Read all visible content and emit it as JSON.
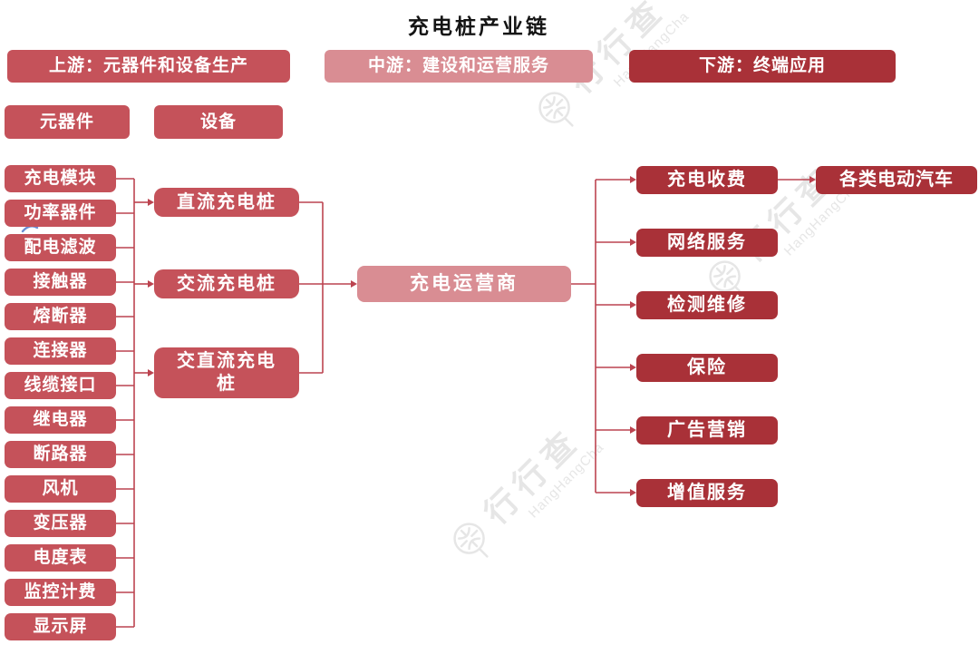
{
  "title": "充电桩产业链",
  "headers": {
    "upstream": "上游：元器件和设备生产",
    "midstream": "中游：建设和运营服务",
    "downstream": "下游：终端应用"
  },
  "upstream": {
    "categories": [
      "元器件",
      "设备"
    ],
    "components": [
      "充电模块",
      "功率器件",
      "配电滤波",
      "接触器",
      "熔断器",
      "连接器",
      "线缆接口",
      "继电器",
      "断路器",
      "风机",
      "变压器",
      "电度表",
      "监控计费",
      "显示屏"
    ],
    "equipment": [
      "直流充电桩",
      "交流充电桩",
      "交直流充电桩"
    ]
  },
  "midstream": {
    "operator": "充电运营商"
  },
  "downstream": {
    "services": [
      "充电收费",
      "网络服务",
      "检测维修",
      "保险",
      "广告营销",
      "增值服务"
    ],
    "end_application": "各类电动汽车"
  },
  "watermark": {
    "logo_text": "行行查",
    "latin_text": "HangHangCha"
  },
  "colors": {
    "upstream_red": "#C5525A",
    "midstream_pink": "#D98D93",
    "downstream_dark_red": "#A93138",
    "connector_red": "#BC4450"
  }
}
